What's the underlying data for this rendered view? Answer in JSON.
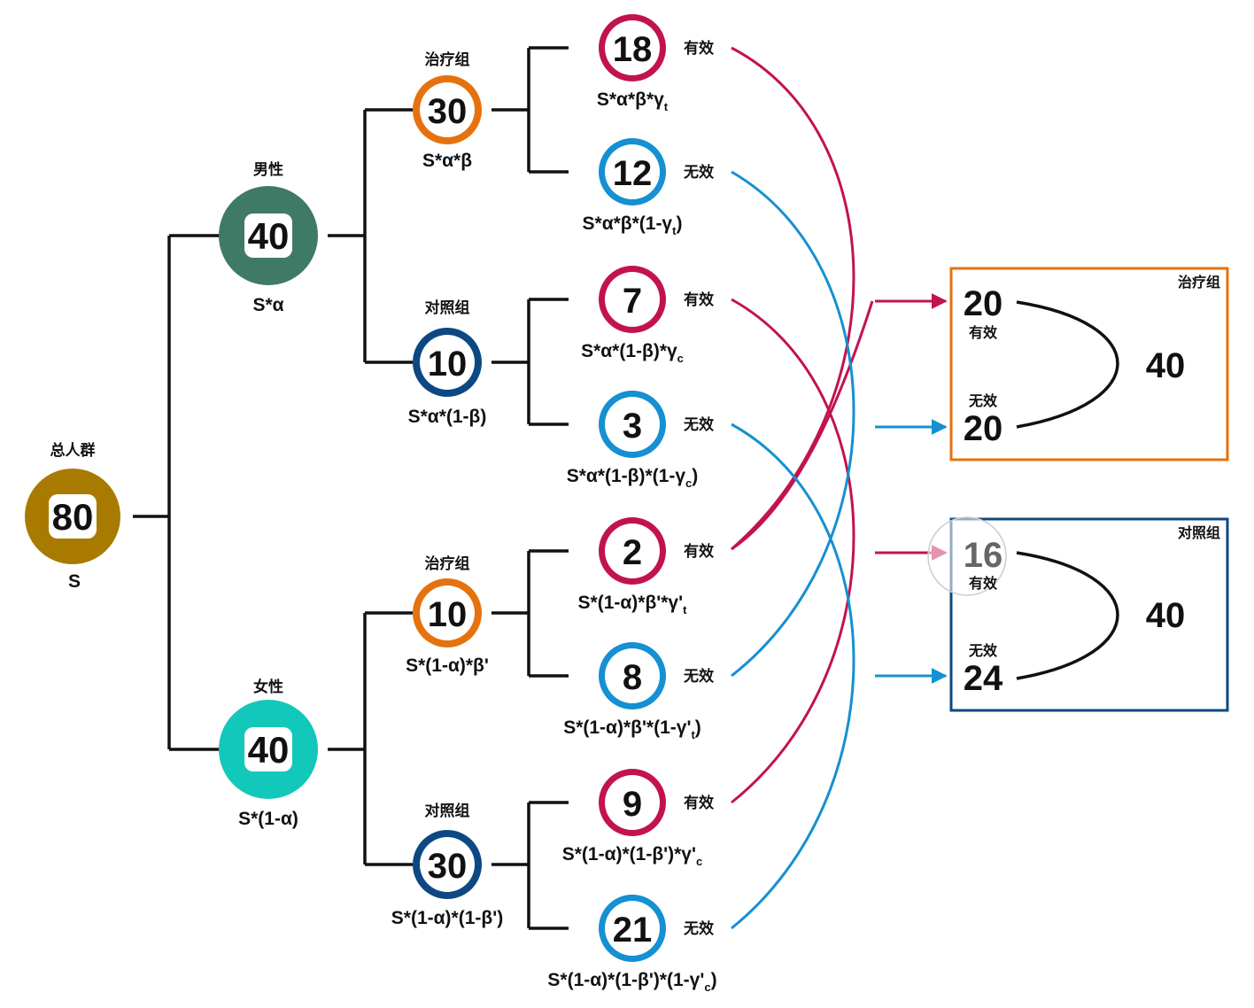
{
  "colors": {
    "root": "#A87B00",
    "male": "#3F7A67",
    "female": "#12C8BA",
    "treat": "#E5720E",
    "control": "#0D4882",
    "effective": "#C2134F",
    "ineffective": "#1590D2",
    "treat_box": "#E5720E",
    "control_box": "#0D4882"
  },
  "root": {
    "label": "总人群",
    "value": "80",
    "formula": "S"
  },
  "male": {
    "label": "男性",
    "value": "40",
    "formula": "S*α"
  },
  "female": {
    "label": "女性",
    "value": "40",
    "formula": "S*(1-α)"
  },
  "groups": {
    "male_treat": {
      "label": "治疗组",
      "value": "30",
      "formula": "S*α*β"
    },
    "male_control": {
      "label": "对照组",
      "value": "10",
      "formula": "S*α*(1-β)"
    },
    "female_treat": {
      "label": "治疗组",
      "value": "10",
      "formula": "S*(1-α)*β'"
    },
    "female_control": {
      "label": "对照组",
      "value": "30",
      "formula": "S*(1-α)*(1-β')"
    }
  },
  "leaves": [
    {
      "value": "18",
      "outcome": "有效",
      "formula": "S*α*β*γ",
      "sub": "t",
      "tail": ""
    },
    {
      "value": "12",
      "outcome": "无效",
      "formula": "S*α*β*(1-γ",
      "sub": "t",
      "tail": ")"
    },
    {
      "value": "7",
      "outcome": "有效",
      "formula": "S*α*(1-β)*γ",
      "sub": "c",
      "tail": ""
    },
    {
      "value": "3",
      "outcome": "无效",
      "formula": "S*α*(1-β)*(1-γ",
      "sub": "c",
      "tail": ")"
    },
    {
      "value": "2",
      "outcome": "有效",
      "formula": "S*(1-α)*β'*γ'",
      "sub": "t",
      "tail": ""
    },
    {
      "value": "8",
      "outcome": "无效",
      "formula": "S*(1-α)*β'*(1-γ'",
      "sub": "t",
      "tail": ")"
    },
    {
      "value": "9",
      "outcome": "有效",
      "formula": "S*(1-α)*(1-β')*γ'",
      "sub": "c",
      "tail": ""
    },
    {
      "value": "21",
      "outcome": "无效",
      "formula": "S*(1-α)*(1-β')*(1-γ'",
      "sub": "c",
      "tail": ")"
    }
  ],
  "summary_treat": {
    "title": "治疗组",
    "eff_value": "20",
    "eff_label": "有效",
    "ineff_value": "20",
    "ineff_label": "无效",
    "total": "40"
  },
  "summary_control": {
    "title": "对照组",
    "eff_value": "16",
    "eff_label": "有效",
    "ineff_value": "24",
    "ineff_label": "无效",
    "total": "40"
  }
}
